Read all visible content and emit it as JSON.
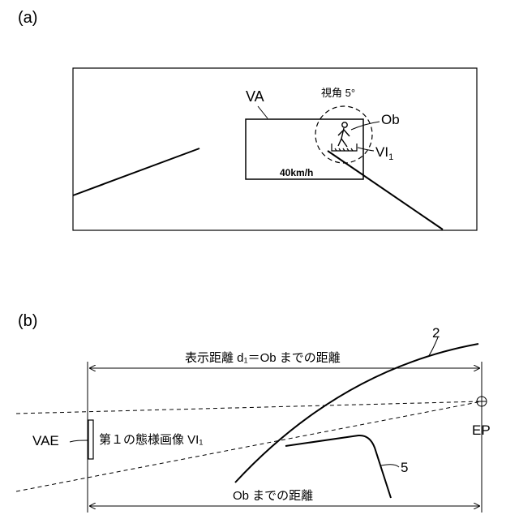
{
  "panel_a": {
    "label": "(a)",
    "va_label": "VA",
    "view_angle_label": "視角 5°",
    "ob_label": "Ob",
    "vi1_label": "VI",
    "vi1_subscript": "1",
    "speed_label": "40km/h"
  },
  "panel_b": {
    "label": "(b)",
    "display_distance_label": "表示距離 d₁＝Ob までの距離",
    "ob_distance_label": "Ob までの距離",
    "vae_label": "VAE",
    "first_mode_image_label": "第１の態様画像 VI₁",
    "ep_label": "EP",
    "ref_2": "2",
    "ref_5": "5"
  }
}
